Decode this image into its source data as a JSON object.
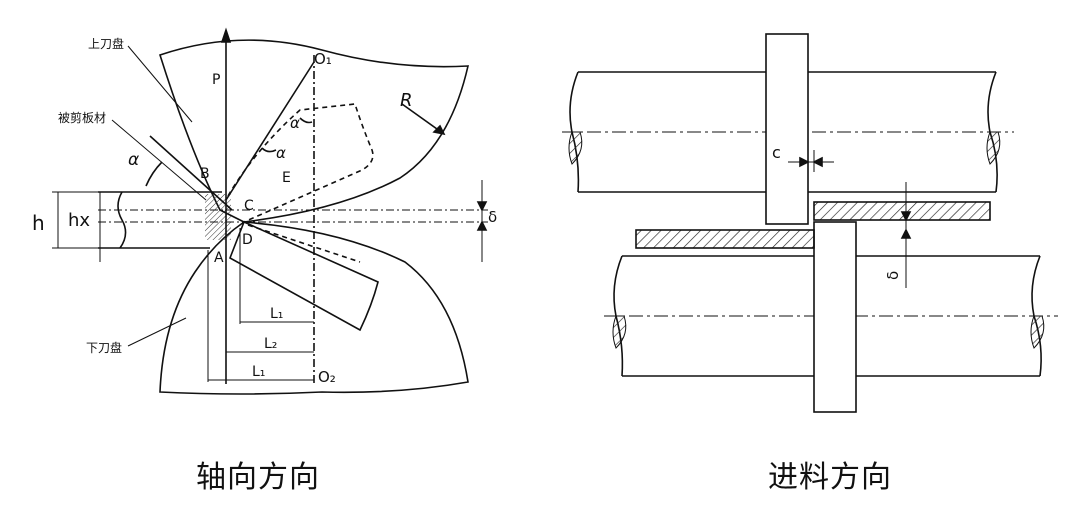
{
  "captions": {
    "axial": "轴向方向",
    "feed": "进料方向"
  },
  "labels": {
    "upper_disc": "上刀盘",
    "lower_disc": "下刀盘",
    "sheet": "被剪板材",
    "P": "P",
    "O1": "O₁",
    "O2": "O₂",
    "R": "R",
    "alpha": "α",
    "B": "B",
    "C": "C",
    "D": "D",
    "E": "E",
    "A": "A",
    "h": "h",
    "hx": "hx",
    "delta": "δ",
    "L1": "L₁",
    "L2": "L₂",
    "L3": "L₁",
    "c": "c",
    "s": "δ"
  },
  "colors": {
    "line": "#111111",
    "hatch": "#222222",
    "background": "#ffffff"
  }
}
